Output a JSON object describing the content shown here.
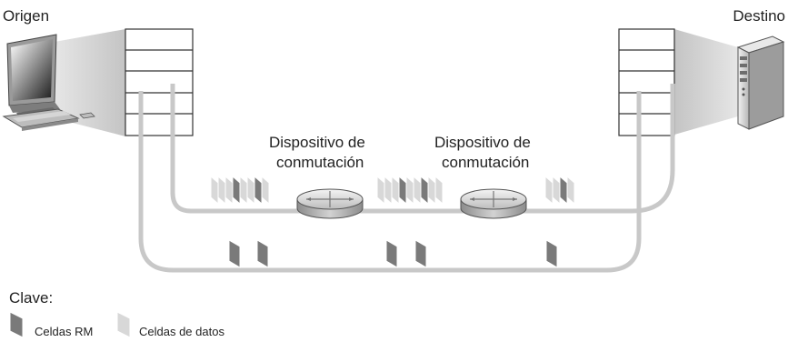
{
  "labels": {
    "origin": "Origen",
    "destination": "Destino",
    "switch1_line1": "Dispositivo de",
    "switch1_line2": "conmutación",
    "switch2_line1": "Dispositivo de",
    "switch2_line2": "conmutación"
  },
  "legend": {
    "title": "Clave:",
    "rm_cells": "Celdas RM",
    "data_cells": "Celdas de datos"
  },
  "colors": {
    "path": "#c8c8c8",
    "rm_cell": "#7a7a7a",
    "data_cell": "#d8d8d8",
    "stack_border": "#333333"
  },
  "icons": {
    "source": "desktop-computer-icon",
    "destination": "tower-server-icon",
    "switch": "network-switch-icon"
  }
}
